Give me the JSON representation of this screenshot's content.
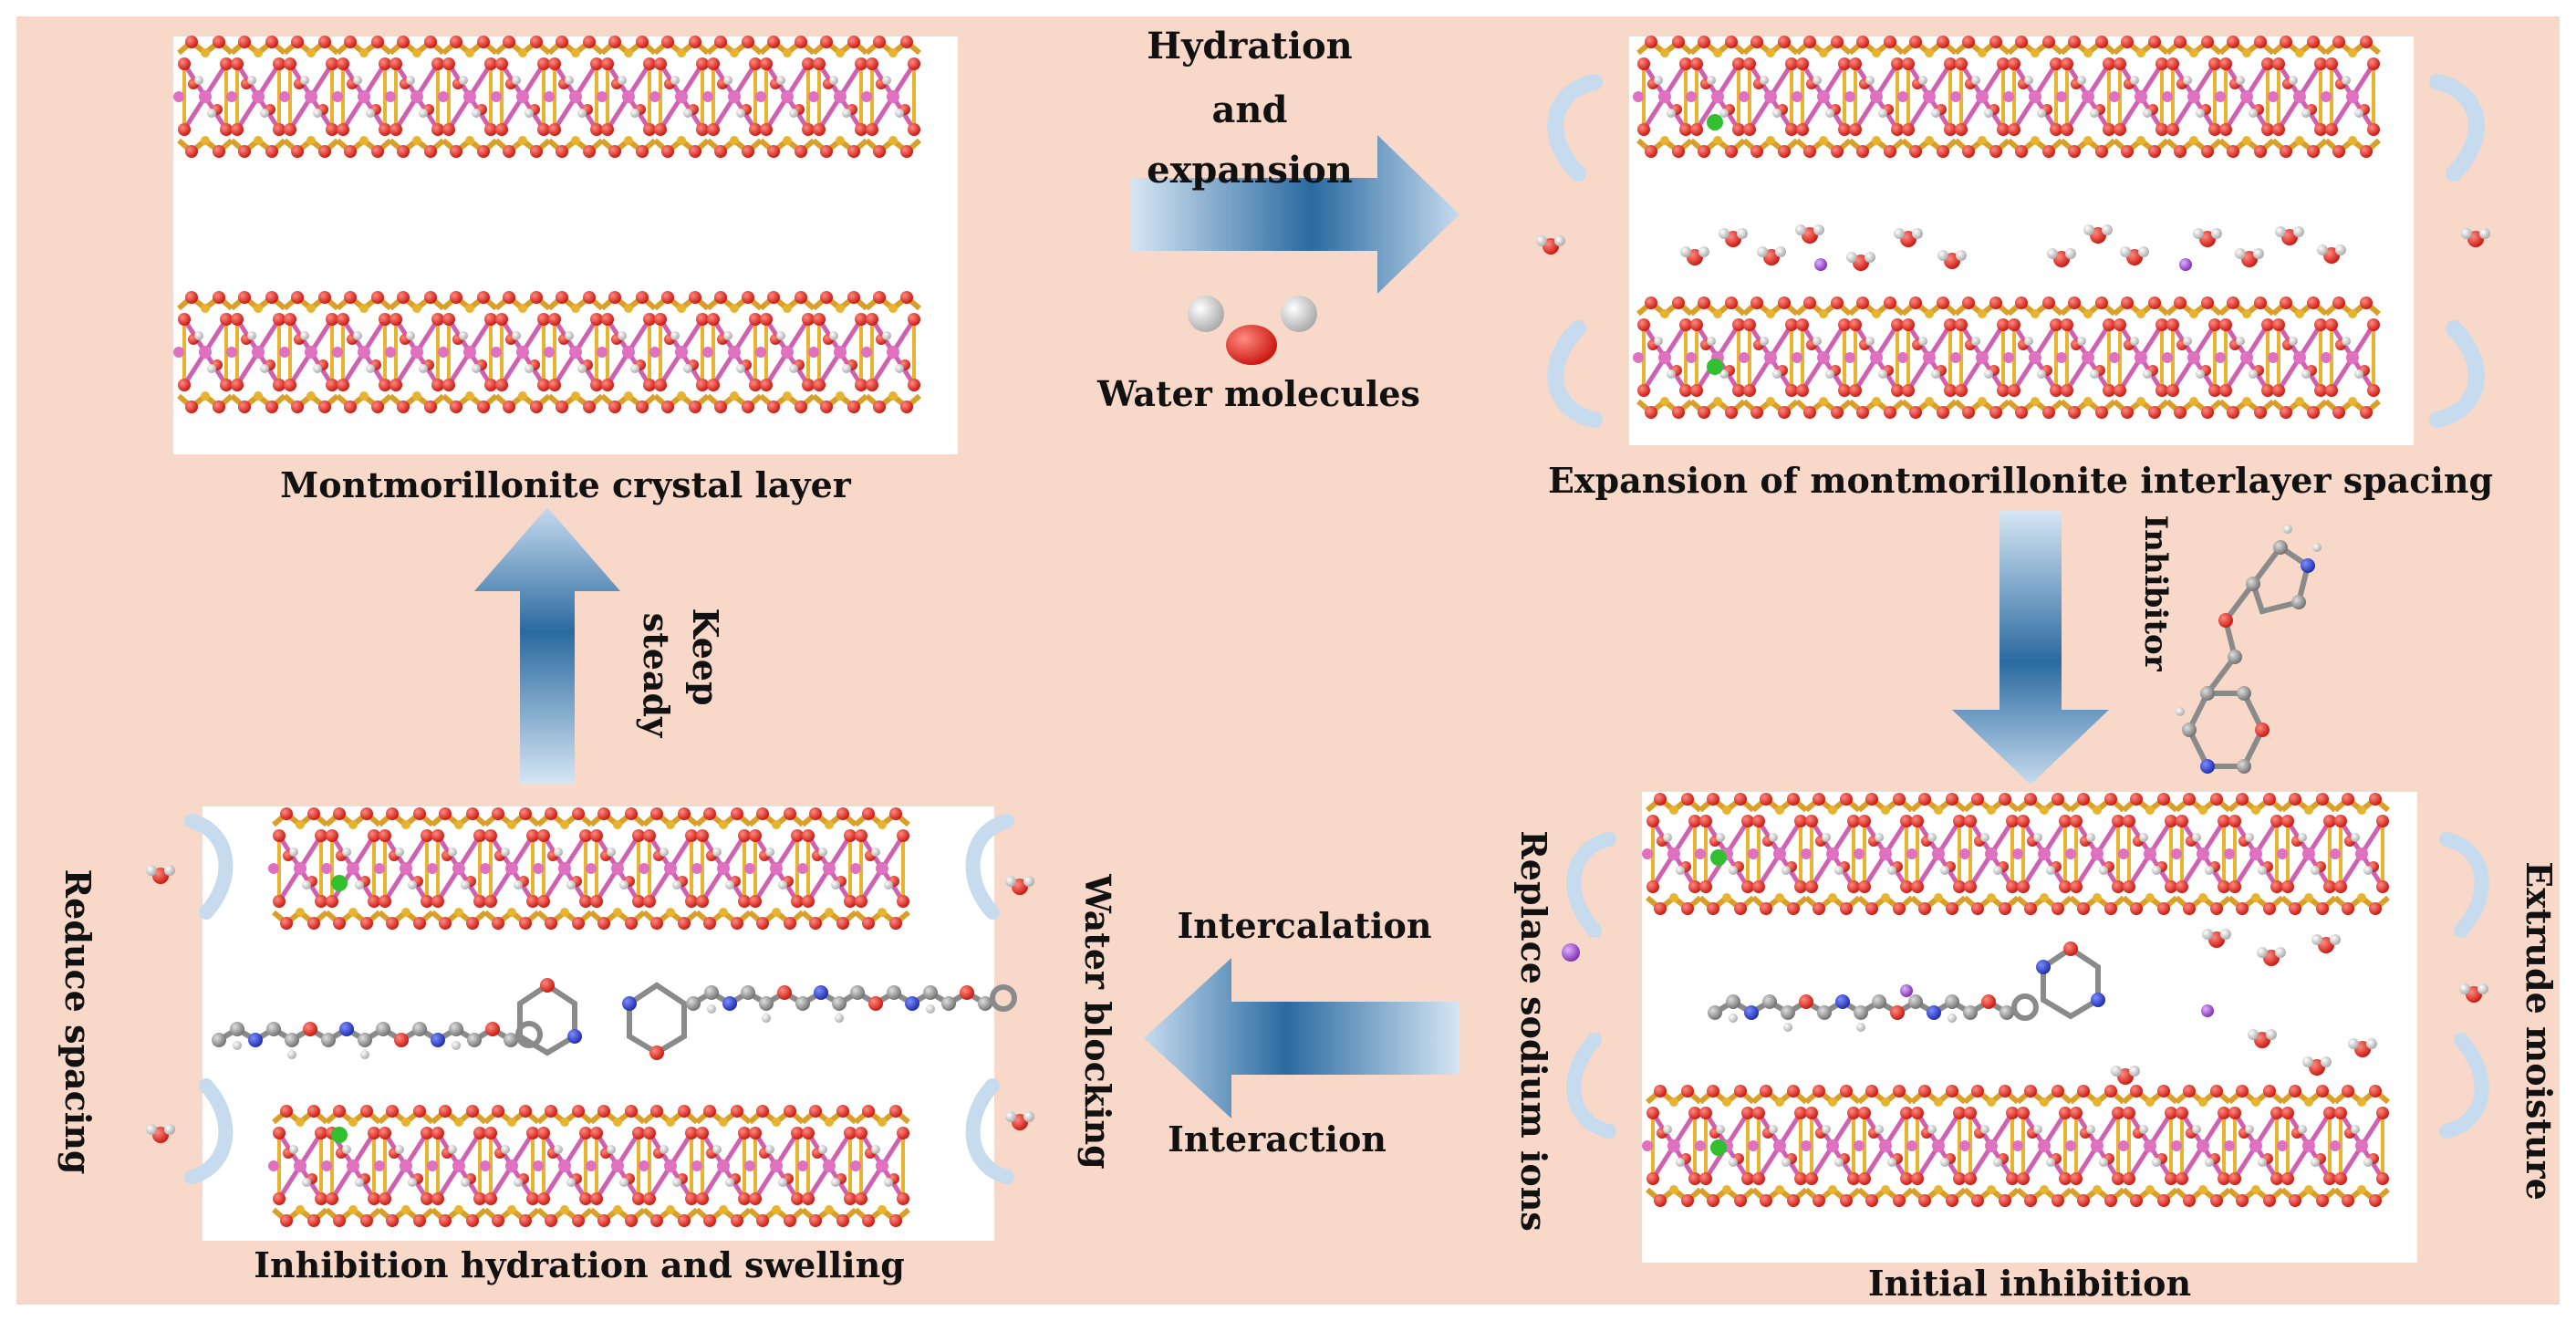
{
  "labels": {
    "crystal_layer": "Montmorillonite crystal layer",
    "hydration_line1": "Hydration",
    "hydration_line2": "and",
    "hydration_line3": "expansion",
    "water_molecules": "Water molecules",
    "expansion_spacing": "Expansion of montmorillonite interlayer spacing",
    "inhibitor": "Inhibitor",
    "keep_line1": "Keep",
    "keep_line2": "steady",
    "intercalation": "Intercalation",
    "interaction": "Interaction",
    "initial_inhibition": "Initial inhibition",
    "inhibition_swelling": "Inhibition hydration and swelling",
    "reduce_spacing": "Reduce spacing",
    "water_blocking": "Water blocking",
    "replace_sodium": "Replace  sodium ions",
    "extrude_moisture": "Extrude  moisture"
  },
  "colors": {
    "background": "#f8d8c8",
    "arrow_light": "#c9def0",
    "arrow_dark": "#1f5f95",
    "oxygen": "#e0251d",
    "silicon": "#e8b430",
    "aluminum": "#e070c0",
    "hydrogen": "#e8e8e8",
    "sodium": "#a050d0",
    "carbon": "#9a9a9a",
    "nitrogen": "#2b3fd0",
    "magnesium": "#30c030"
  }
}
